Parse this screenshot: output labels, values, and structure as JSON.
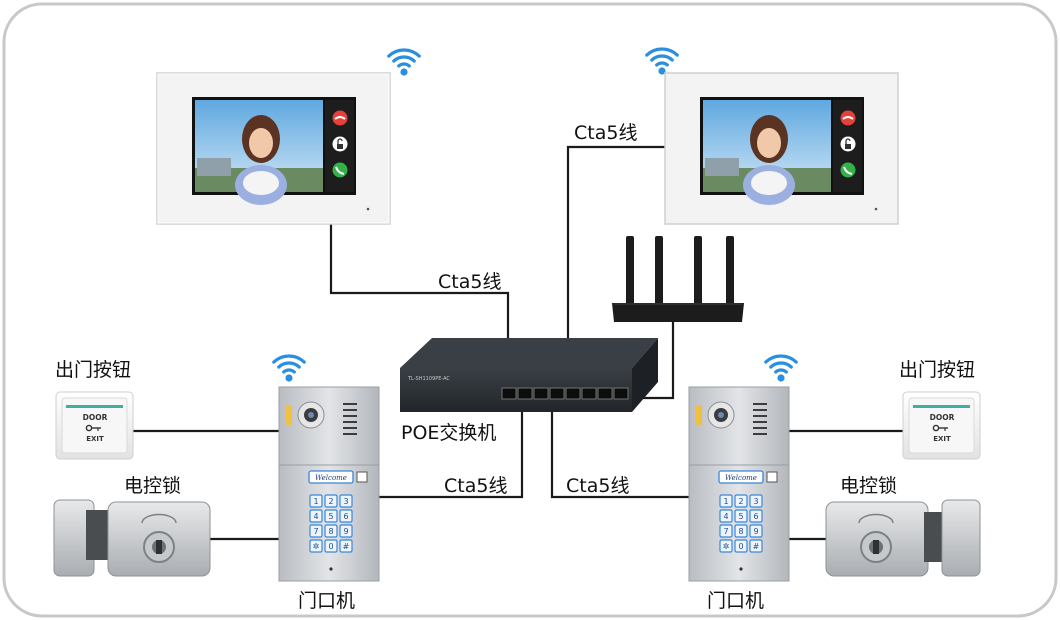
{
  "colors": {
    "frame": "#c8c8c8",
    "wire": "#1a1a1a",
    "wifi": "#2a8fe0",
    "monitor_body": "#f3f3f3",
    "switch_body": "#2b2f33",
    "router_body": "#1c1c1c",
    "door_panel": "#c9ccd0",
    "keypad_blue": "#3a86d8"
  },
  "labels": {
    "cable_top_left": "Cta5线",
    "cable_top_right": "Cta5线",
    "cable_bottom_left": "Cta5线",
    "cable_bottom_right": "Cta5线",
    "switch": "POE交换机",
    "exit_button_left": "出门按钮",
    "exit_button_right": "出门按钮",
    "lock_left": "电控锁",
    "lock_right": "电控锁",
    "door_station_left": "门口机",
    "door_station_right": "门口机"
  },
  "exit_button_face": {
    "top": "DOOR",
    "bottom": "EXIT"
  },
  "door_station_banner": "Welcome",
  "keypad_keys": [
    "1",
    "2",
    "3",
    "4",
    "5",
    "6",
    "7",
    "8",
    "9",
    "✲",
    "0",
    "#"
  ],
  "icons": [
    "wifi-icon",
    "hangup-icon",
    "unlock-icon",
    "answer-icon",
    "key-icon"
  ]
}
